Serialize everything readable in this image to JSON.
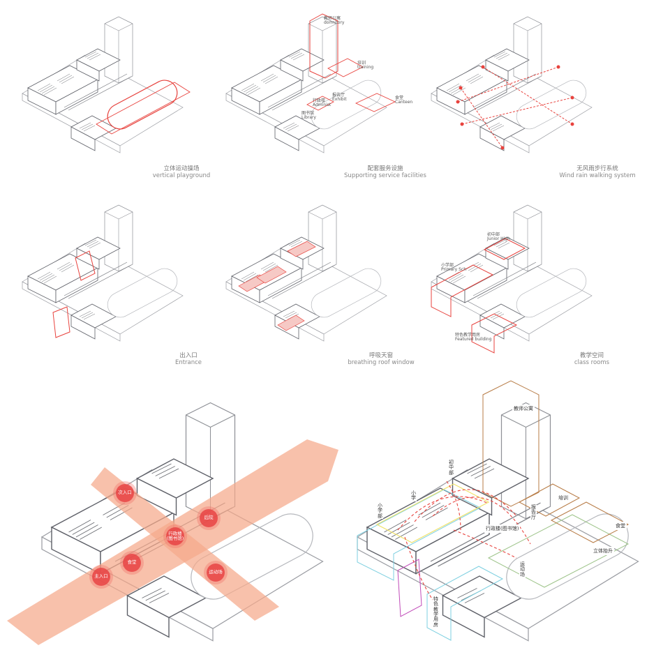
{
  "colors": {
    "red": "#e8423d",
    "orange": "#f5a98a",
    "line": "#5e6068",
    "cyan": "#7ccfe0",
    "yellow": "#f0e26a",
    "magenta": "#c04ab8",
    "brown": "#b77b45",
    "green": "#9ec48a"
  },
  "diagrams": [
    {
      "zh": "立体运动操场",
      "en": "vertical playground"
    },
    {
      "zh": "配套服务设施",
      "en": "Supporting service facilities"
    },
    {
      "zh": "无风雨步行系统",
      "en": "Wind rain walking system"
    },
    {
      "zh": "出入口",
      "en": "Entrance"
    },
    {
      "zh": "呼吸天窗",
      "en": "breathing roof window"
    },
    {
      "zh": "教学空间",
      "en": "class rooms"
    }
  ],
  "service_tags": {
    "dormitory": {
      "zh": "教师公寓",
      "en": "dormitory"
    },
    "training": {
      "zh": "培训",
      "en": "training"
    },
    "exhibit": {
      "zh": "报告厅",
      "en": "Exhibit"
    },
    "admin": {
      "zh": "行政楼",
      "en": "Administ"
    },
    "library": {
      "zh": "图书馆",
      "en": "Library"
    },
    "canteen": {
      "zh": "食堂",
      "en": "Canteen"
    }
  },
  "class_tags": {
    "junior": {
      "zh": "初中部",
      "en": "Junior High"
    },
    "primary": {
      "zh": "小学部",
      "en": "Primary Sch"
    },
    "featured": {
      "zh": "特色教学用房",
      "en": "Featured building"
    }
  },
  "entrance_markers": {
    "secondary": "次入口",
    "admin": "行政楼\n(图书馆)",
    "back": "后院",
    "canteen": "食堂",
    "main": "主入口",
    "sports": "运动场"
  },
  "program_labels": {
    "dorm": "教师公寓",
    "junior": "初中部",
    "primary": "小学部",
    "xiao": "小学",
    "hall": "报告厅",
    "training": "培训",
    "admin": "行政楼(图书馆)",
    "canteen": "食堂",
    "playground": "立体抬升",
    "sports": "运动场",
    "featured": "特色教学用房"
  }
}
